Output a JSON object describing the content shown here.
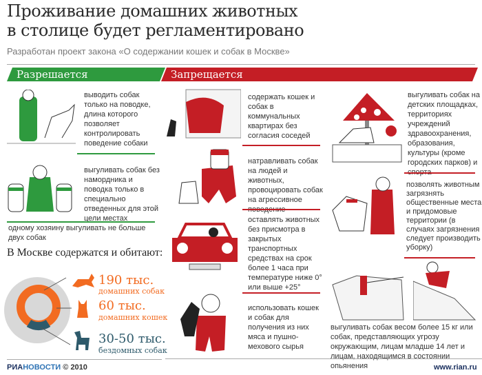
{
  "header": {
    "title_line1": "Проживание домашних животных",
    "title_line2": "в столице будет регламентировано",
    "subtitle": "Разработан проект закона «О содержании кошек и собак в Москве»"
  },
  "allowed": {
    "heading": "Разрешается",
    "items": [
      "выводить собак только на поводке, длина которого позволяет контролировать поведение собаки",
      "выгуливать собак без намордника и поводка только в специально отведенных для этой цели местах",
      "одному хозяину выгуливать не больше двух собак"
    ]
  },
  "forbidden": {
    "heading": "Запрещается",
    "items": [
      "содержать кошек и собак в коммунальных квартирах без согласия соседей",
      "натравливать собак на людей и животных, провоцировать собак на агрессивное поведение",
      "оставлять животных без присмотра в закрытых транспортных средствах на срок более 1 часа при температуре ниже 0° или выше +25°",
      "использовать кошек и собак для получения из них мяса и пушно-мехового сырья",
      "выгуливать собак на детских площадках, территориях учреждений здравоохранения, образования, культуры (кроме городских парков) и спорта",
      "позволять животным загрязнять общественные места и придомовые территории (в случаях загрязнения следует производить уборку)",
      "выгуливать собак весом более 15 кг  или собак, представляющих угрозу окружающим, лицам младше 14 лет и лицам, находящимся в состоянии опьянения"
    ]
  },
  "moscow": {
    "heading": "В Москве содержатся и обитают:",
    "stats": [
      {
        "value": "190 тыс.",
        "label": "домашних собак",
        "color": "#f26b21",
        "icon": "dog-icon"
      },
      {
        "value": "60 тыс.",
        "label": "домашних кошек",
        "color": "#f26b21",
        "icon": "cat-icon"
      },
      {
        "value": "30-50 тыс.",
        "label": "бездомных собак",
        "color": "#2e5a6b",
        "icon": "stray-dog-icon"
      }
    ]
  },
  "footer": {
    "brand_ria": "РИА",
    "brand_novosti": "НОВОСТИ",
    "copyright": "© 2010",
    "url": "www.rian.ru"
  },
  "colors": {
    "green": "#2e9a3e",
    "red": "#c41e25",
    "orange": "#f26b21",
    "teal": "#2e5a6b"
  }
}
